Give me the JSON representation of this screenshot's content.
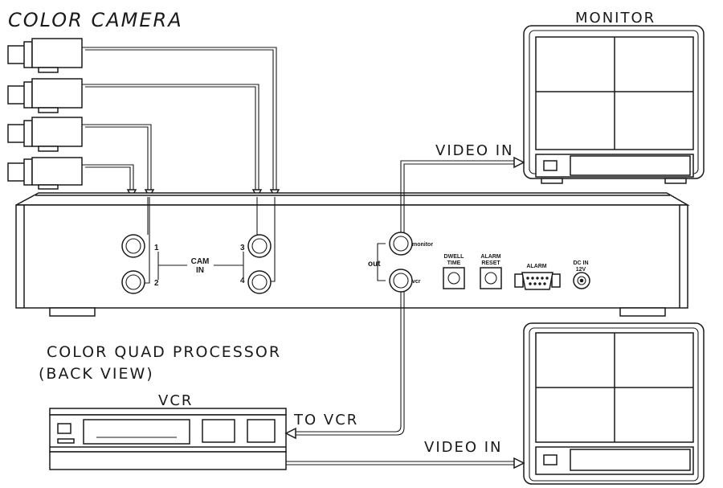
{
  "labels": {
    "camera_title": "COLOR CAMERA",
    "monitor_title": "MONITOR",
    "video_in_top": "VIDEO IN",
    "video_in_bottom": "VIDEO IN",
    "to_vcr": "TO VCR",
    "vcr_title": "VCR",
    "processor_line1": "COLOR QUAD PROCESSOR",
    "processor_line2": "(BACK VIEW)"
  },
  "panel": {
    "cam_in_line1": "CAM",
    "cam_in_line2": "IN",
    "port1": "1",
    "port2": "2",
    "port3": "3",
    "port4": "4",
    "out": "out",
    "monitor": "monitor",
    "vcr": "vcr",
    "dwell_line1": "DWELL",
    "dwell_line2": "TIME",
    "alarm_reset_line1": "ALARM",
    "alarm_reset_line2": "RESET",
    "alarm": "ALARM",
    "dc_in_line1": "DC IN",
    "dc_in_line2": "12V"
  }
}
